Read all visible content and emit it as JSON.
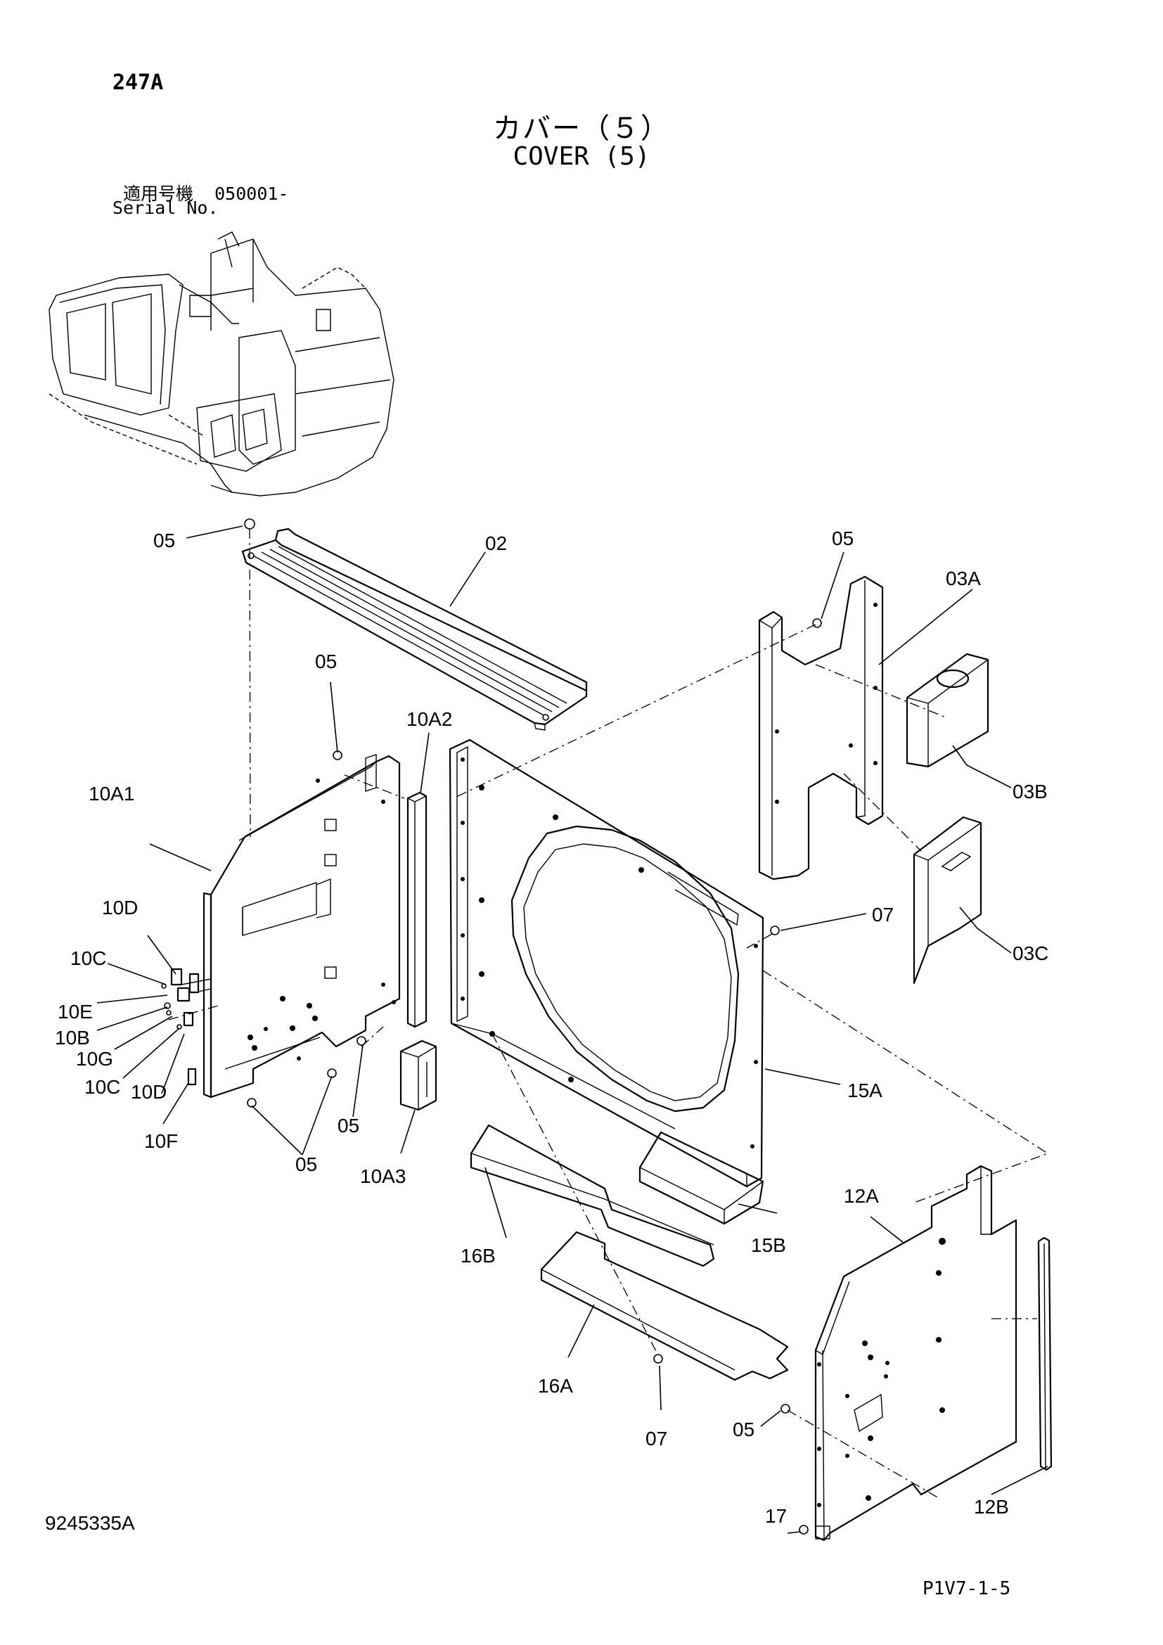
{
  "header": {
    "page_id": "247A",
    "title_ja": "カバー（５）",
    "title_en": "COVER (5)",
    "serial_label_ja": "適用号機",
    "serial_number": "050001-",
    "serial_label_en": "Serial No."
  },
  "footer": {
    "drawing_number": "9245335A",
    "page_code": "P1V7-1-5"
  },
  "labels": {
    "p02": "02",
    "p03A": "03A",
    "p03B": "03B",
    "p03C": "03C",
    "p05_a": "05",
    "p05_b": "05",
    "p05_c": "05",
    "p05_d": "05",
    "p05_e": "05",
    "p05_f": "05",
    "p07_a": "07",
    "p07_b": "07",
    "p10A1": "10A1",
    "p10A2": "10A2",
    "p10A3": "10A3",
    "p10B": "10B",
    "p10C_a": "10C",
    "p10C_b": "10C",
    "p10D_a": "10D",
    "p10D_b": "10D",
    "p10E": "10E",
    "p10F": "10F",
    "p10G": "10G",
    "p12A": "12A",
    "p12B": "12B",
    "p15A": "15A",
    "p15B": "15B",
    "p16A": "16A",
    "p16B": "16B",
    "p17": "17"
  }
}
